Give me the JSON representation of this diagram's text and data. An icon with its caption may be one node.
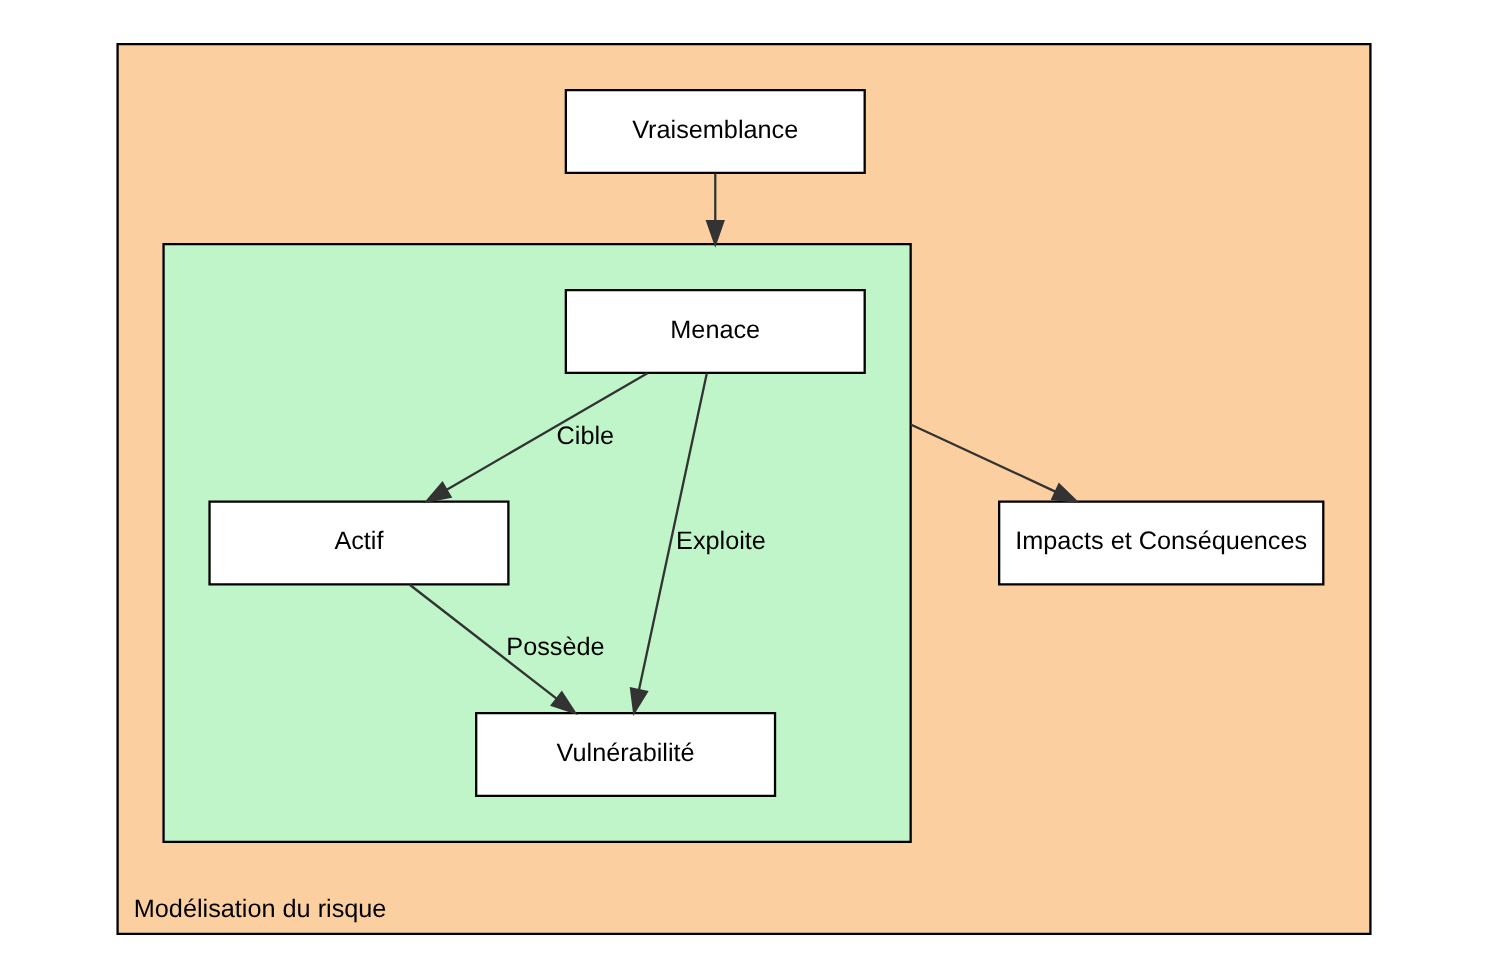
{
  "diagram": {
    "nodes": [
      {
        "text": [
          "Modélisation du risque"
        ]
      },
      {
        "text": [
          "Vraisemblance"
        ],
        "in": 0
      },
      {
        "text": [],
        "shape": "box",
        "in": 0
      },
      {
        "text": [
          "Menace"
        ],
        "in": 2
      },
      {
        "text": [
          "Actif"
        ],
        "in": 2
      },
      {
        "text": [
          "Vulnérabilité"
        ],
        "in": 2
      },
      {
        "text": [
          "Impacts et Conséquences"
        ],
        "in": 0
      }
    ],
    "edges": [
      {
        "from": 1,
        "to": 2,
        "arrow": "to"
      },
      {
        "from": 3,
        "to": 4,
        "arrow": "to",
        "label": "Cible"
      },
      {
        "from": 3,
        "to": 5,
        "arrow": "to",
        "label": "Exploite"
      },
      {
        "from": 4,
        "to": 5,
        "arrow": "to",
        "label": "Possède"
      },
      {
        "from": 2,
        "to": 6,
        "arrow": "to"
      }
    ]
  }
}
